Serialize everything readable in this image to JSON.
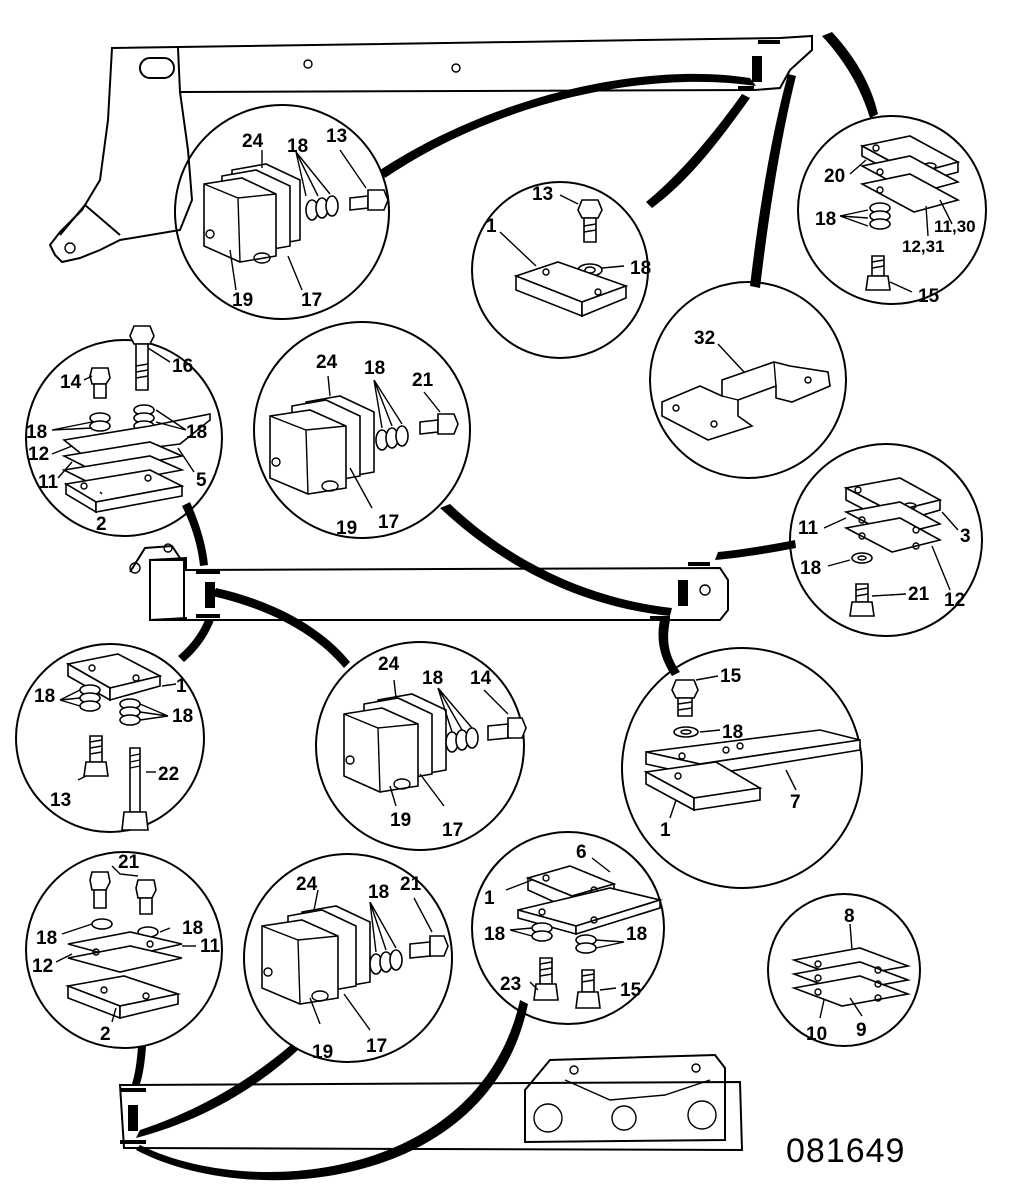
{
  "drawing_number": "081649",
  "detail_circles": [
    {
      "id": "c1",
      "labels": [
        "24",
        "18",
        "13",
        "19",
        "17"
      ]
    },
    {
      "id": "c2",
      "labels": [
        "13",
        "1",
        "18"
      ]
    },
    {
      "id": "c3",
      "labels": [
        "20",
        "18",
        "11,30",
        "12,31",
        "15"
      ]
    },
    {
      "id": "c4",
      "labels": [
        "32"
      ]
    },
    {
      "id": "c5",
      "labels": [
        "14",
        "16",
        "18",
        "18",
        "12",
        "11",
        "5",
        "2"
      ]
    },
    {
      "id": "c6",
      "labels": [
        "24",
        "18",
        "21",
        "19",
        "17"
      ]
    },
    {
      "id": "c7",
      "labels": [
        "3",
        "11",
        "18",
        "21",
        "12"
      ]
    },
    {
      "id": "c8",
      "labels": [
        "1",
        "18",
        "18",
        "13",
        "22"
      ]
    },
    {
      "id": "c9",
      "labels": [
        "24",
        "18",
        "14",
        "19",
        "17"
      ]
    },
    {
      "id": "c10",
      "labels": [
        "15",
        "18",
        "7",
        "1"
      ]
    },
    {
      "id": "c11",
      "labels": [
        "21",
        "18",
        "18",
        "11",
        "12",
        "2"
      ]
    },
    {
      "id": "c12",
      "labels": [
        "24",
        "18",
        "21",
        "19",
        "17"
      ]
    },
    {
      "id": "c13",
      "labels": [
        "6",
        "1",
        "18",
        "18",
        "23",
        "15"
      ]
    },
    {
      "id": "c14",
      "labels": [
        "8",
        "10",
        "9"
      ]
    }
  ]
}
